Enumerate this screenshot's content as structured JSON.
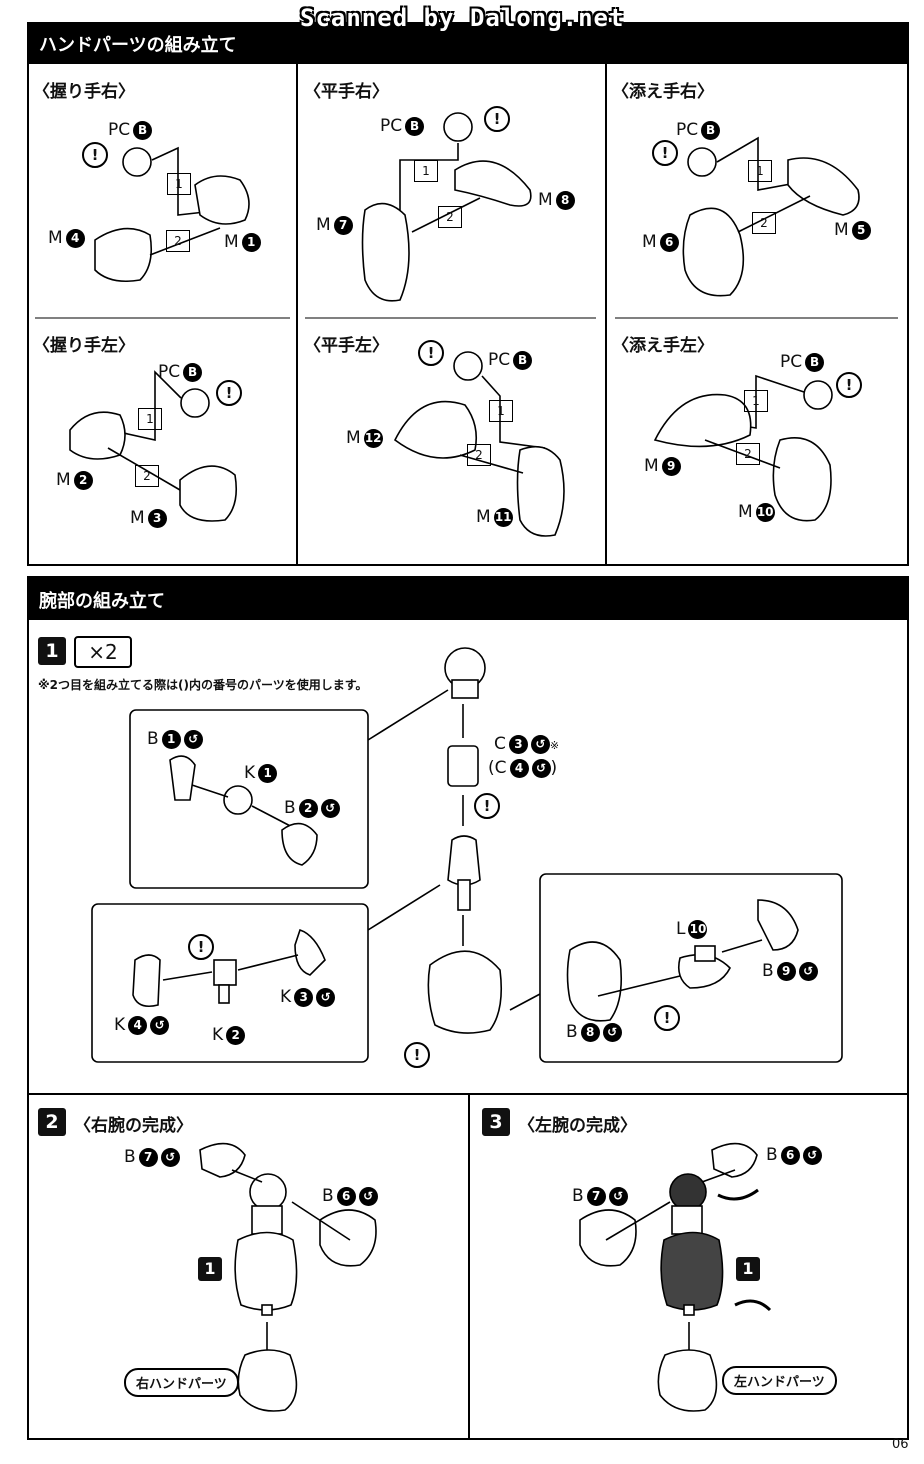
{
  "watermark": "Scanned by Dalong.net",
  "sections": {
    "hand": {
      "title": "ハンドパーツの組み立て"
    },
    "arm": {
      "title": "腕部の組み立て"
    }
  },
  "hands": [
    {
      "title": "〈握り手右〉",
      "pc": "PC",
      "pc_num": "B",
      "a": "M",
      "a_num": "4",
      "b": "M",
      "b_num": "1"
    },
    {
      "title": "〈平手右〉",
      "pc": "PC",
      "pc_num": "B",
      "a": "M",
      "a_num": "7",
      "b": "M",
      "b_num": "8"
    },
    {
      "title": "〈添え手右〉",
      "pc": "PC",
      "pc_num": "B",
      "a": "M",
      "a_num": "6",
      "b": "M",
      "b_num": "5"
    },
    {
      "title": "〈握り手左〉",
      "pc": "PC",
      "pc_num": "B",
      "a": "M",
      "a_num": "2",
      "b": "M",
      "b_num": "3"
    },
    {
      "title": "〈平手左〉",
      "pc": "PC",
      "pc_num": "B",
      "a": "M",
      "a_num": "12",
      "b": "M",
      "b_num": "11"
    },
    {
      "title": "〈添え手左〉",
      "pc": "PC",
      "pc_num": "B",
      "a": "M",
      "a_num": "9",
      "b": "M",
      "b_num": "10"
    }
  ],
  "step1": {
    "num": "1",
    "mult": "×2",
    "note": "※2つ目を組み立てる際は()内の番号のパーツを使用します。",
    "parts": {
      "b1": "B",
      "b1_num": "1",
      "k1": "K",
      "k1_num": "1",
      "b2": "B",
      "b2_num": "2",
      "c3": "C",
      "c3_num": "3",
      "c3_mark": "※",
      "c4": "(C",
      "c4_num": "4",
      "c4_close": ")",
      "k4": "K",
      "k4_num": "4",
      "k2": "K",
      "k2_num": "2",
      "k3": "K",
      "k3_num": "3",
      "l10": "L",
      "l10_num": "10",
      "b9": "B",
      "b9_num": "9",
      "b8": "B",
      "b8_num": "8"
    }
  },
  "step2": {
    "num": "2",
    "title": "〈右腕の完成〉",
    "b7": "B",
    "b7_num": "7",
    "b6": "B",
    "b6_num": "6",
    "sub": "1",
    "tag": "右ハンドパーツ"
  },
  "step3": {
    "num": "3",
    "title": "〈左腕の完成〉",
    "b6": "B",
    "b6_num": "6",
    "b7": "B",
    "b7_num": "7",
    "sub": "1",
    "tag": "左ハンドパーツ"
  },
  "page_number": "06",
  "icons": {
    "alert": "!",
    "hexstep1": "1",
    "hexstep2": "2"
  }
}
